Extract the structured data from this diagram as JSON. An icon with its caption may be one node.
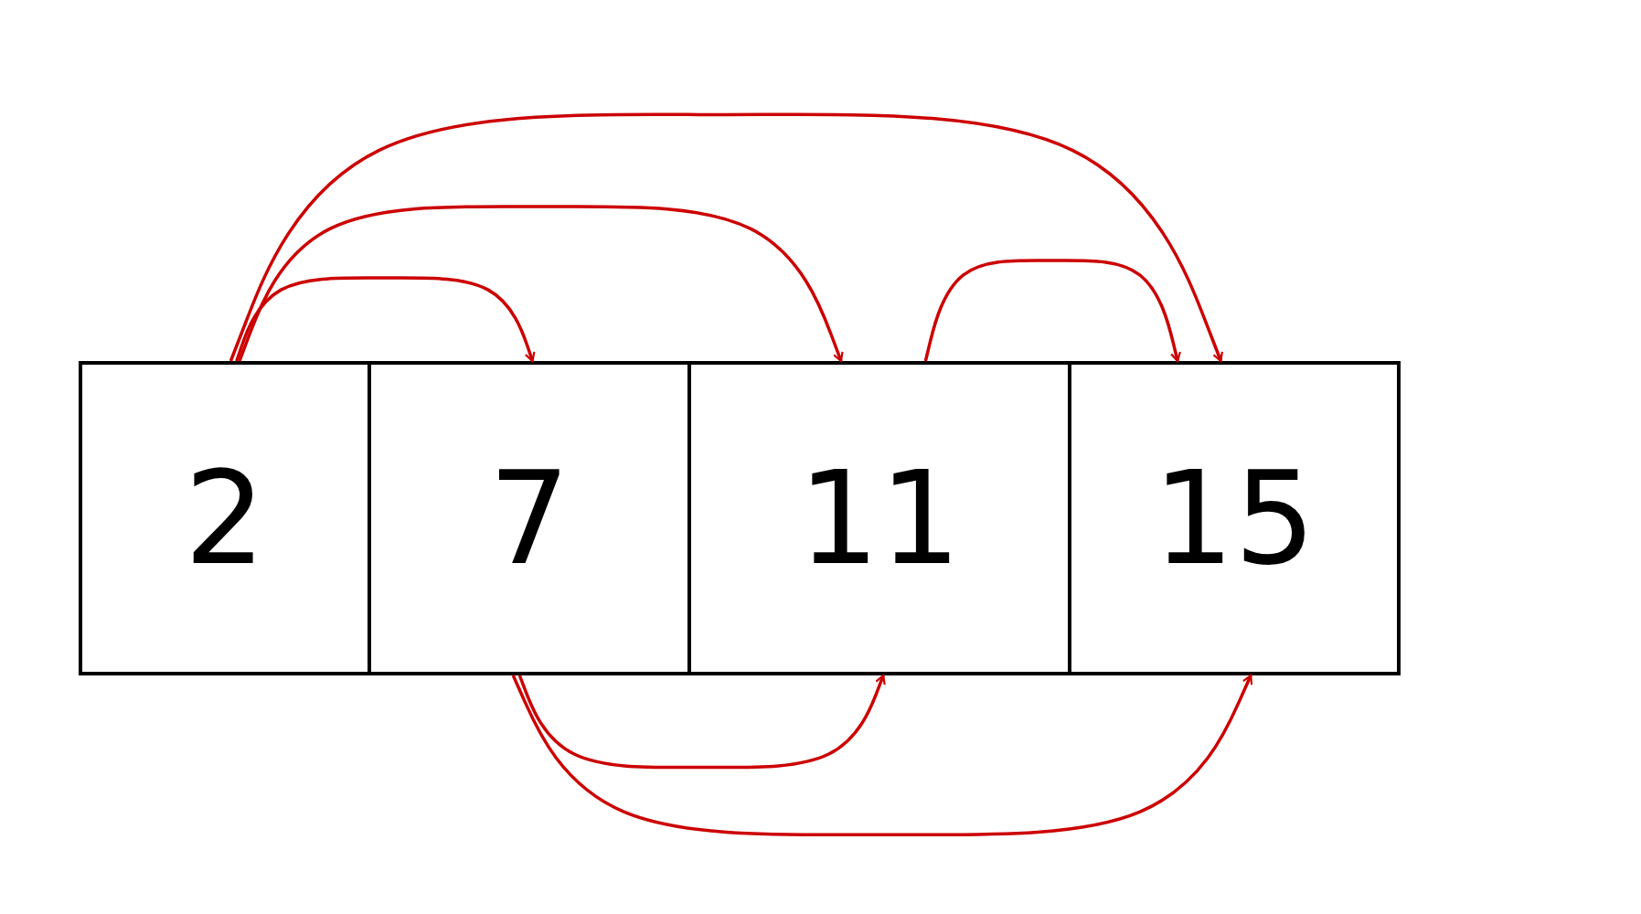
{
  "diagram": {
    "nodes": [
      {
        "text": [
          "2"
        ]
      },
      {
        "text": [
          "7"
        ]
      },
      {
        "text": [
          "11"
        ]
      },
      {
        "text": [
          "15"
        ]
      }
    ],
    "edges": [
      {
        "from": 0,
        "to": 1,
        "arrow": "to"
      },
      {
        "from": 0,
        "to": 2,
        "arrow": "to"
      },
      {
        "from": 0,
        "to": 3,
        "arrow": "to"
      },
      {
        "from": 2,
        "to": 3,
        "arrow": "to"
      },
      {
        "from": 1,
        "to": 2,
        "arrow": "to"
      },
      {
        "from": 1,
        "to": 3,
        "arrow": "to"
      }
    ]
  }
}
